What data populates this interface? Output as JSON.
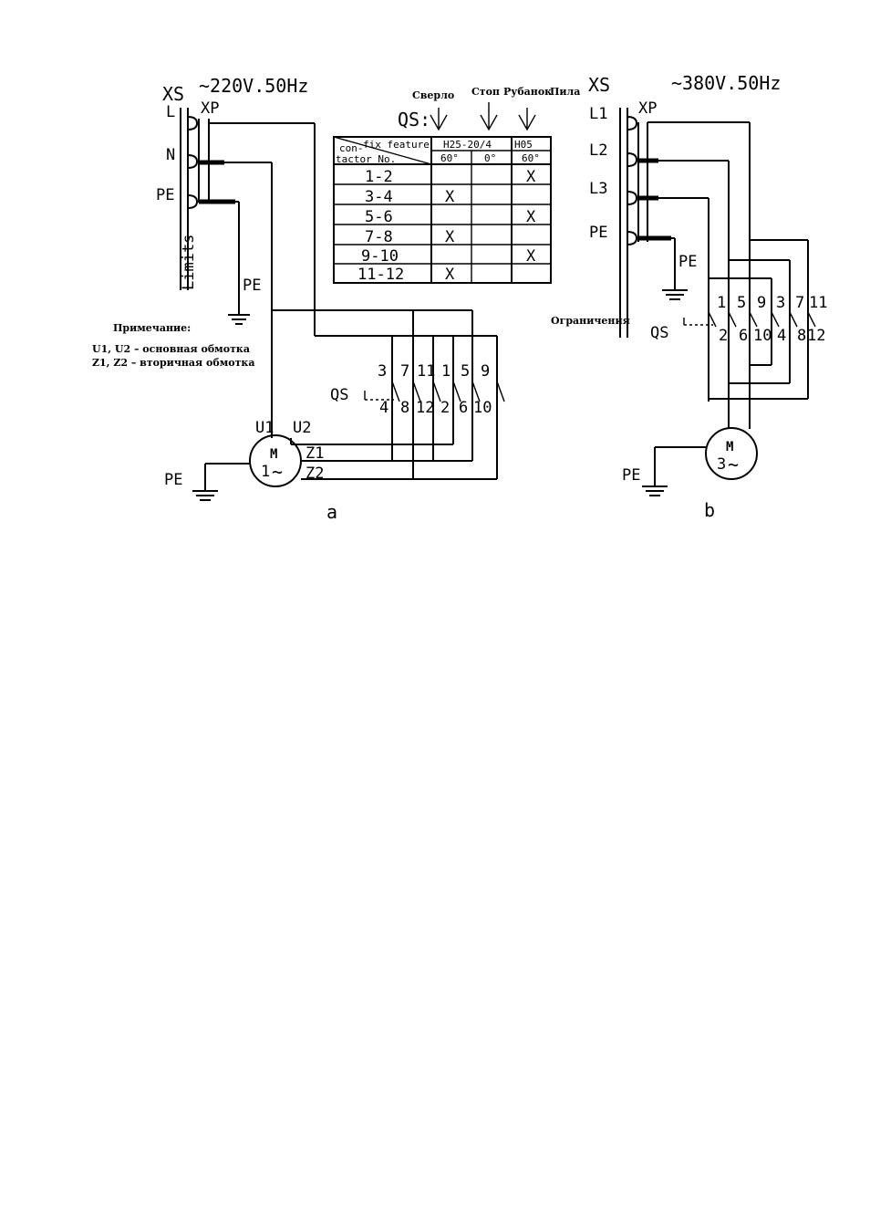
{
  "diagram_a": {
    "supply": "~220V.50Hz",
    "xs": "XS",
    "xp": "XP",
    "l": "L",
    "n": "N",
    "pe": "PE",
    "limits": "Limits",
    "pe_ground": "PE",
    "pe_motor": "PE",
    "qs": "QS",
    "contacts_top": [
      "3",
      "7",
      "11",
      "1",
      "5",
      "9"
    ],
    "contacts_bottom": [
      "4",
      "8",
      "12",
      "2",
      "6",
      "10"
    ],
    "motor_m": "M",
    "motor_phase": "1",
    "motor_tilde": "~",
    "u1": "U1",
    "u2": "U2",
    "z1": "Z1",
    "z2": "Z2",
    "caption": "a",
    "note_title": "Примечание:",
    "note_line1": "U1, U2 – основная обмотка",
    "note_line2": "Z1, Z2 – вторичная обмотка"
  },
  "table": {
    "qs_label": "QS:",
    "positions": [
      "Сверло",
      "Стоп",
      "Рубанок",
      "Пила"
    ],
    "header_top": [
      "con-",
      "fix feature",
      "H25-20/4",
      "H05"
    ],
    "header_bottom": [
      "tactor No.",
      "60°",
      "0°",
      "60°"
    ],
    "rows": [
      {
        "name": "1-2",
        "c1": "",
        "c2": "",
        "c3": "X"
      },
      {
        "name": "3-4",
        "c1": "X",
        "c2": "",
        "c3": ""
      },
      {
        "name": "5-6",
        "c1": "",
        "c2": "",
        "c3": "X"
      },
      {
        "name": "7-8",
        "c1": "X",
        "c2": "",
        "c3": ""
      },
      {
        "name": "9-10",
        "c1": "",
        "c2": "",
        "c3": "X"
      },
      {
        "name": "11-12",
        "c1": "X",
        "c2": "",
        "c3": ""
      }
    ]
  },
  "diagram_b": {
    "supply": "~380V.50Hz",
    "xs": "XS",
    "xp": "XP",
    "l1": "L1",
    "l2": "L2",
    "l3": "L3",
    "pe": "PE",
    "pe_ground": "PE",
    "pe_motor": "PE",
    "limits": "Ограничения",
    "qs": "QS",
    "contacts_top": [
      "1",
      "5",
      "9",
      "3",
      "7",
      "11"
    ],
    "contacts_bottom": [
      "2",
      "6",
      "10",
      "4",
      "8",
      "12"
    ],
    "motor_m": "M",
    "motor_phase": "3",
    "motor_tilde": "~",
    "caption": "b"
  }
}
